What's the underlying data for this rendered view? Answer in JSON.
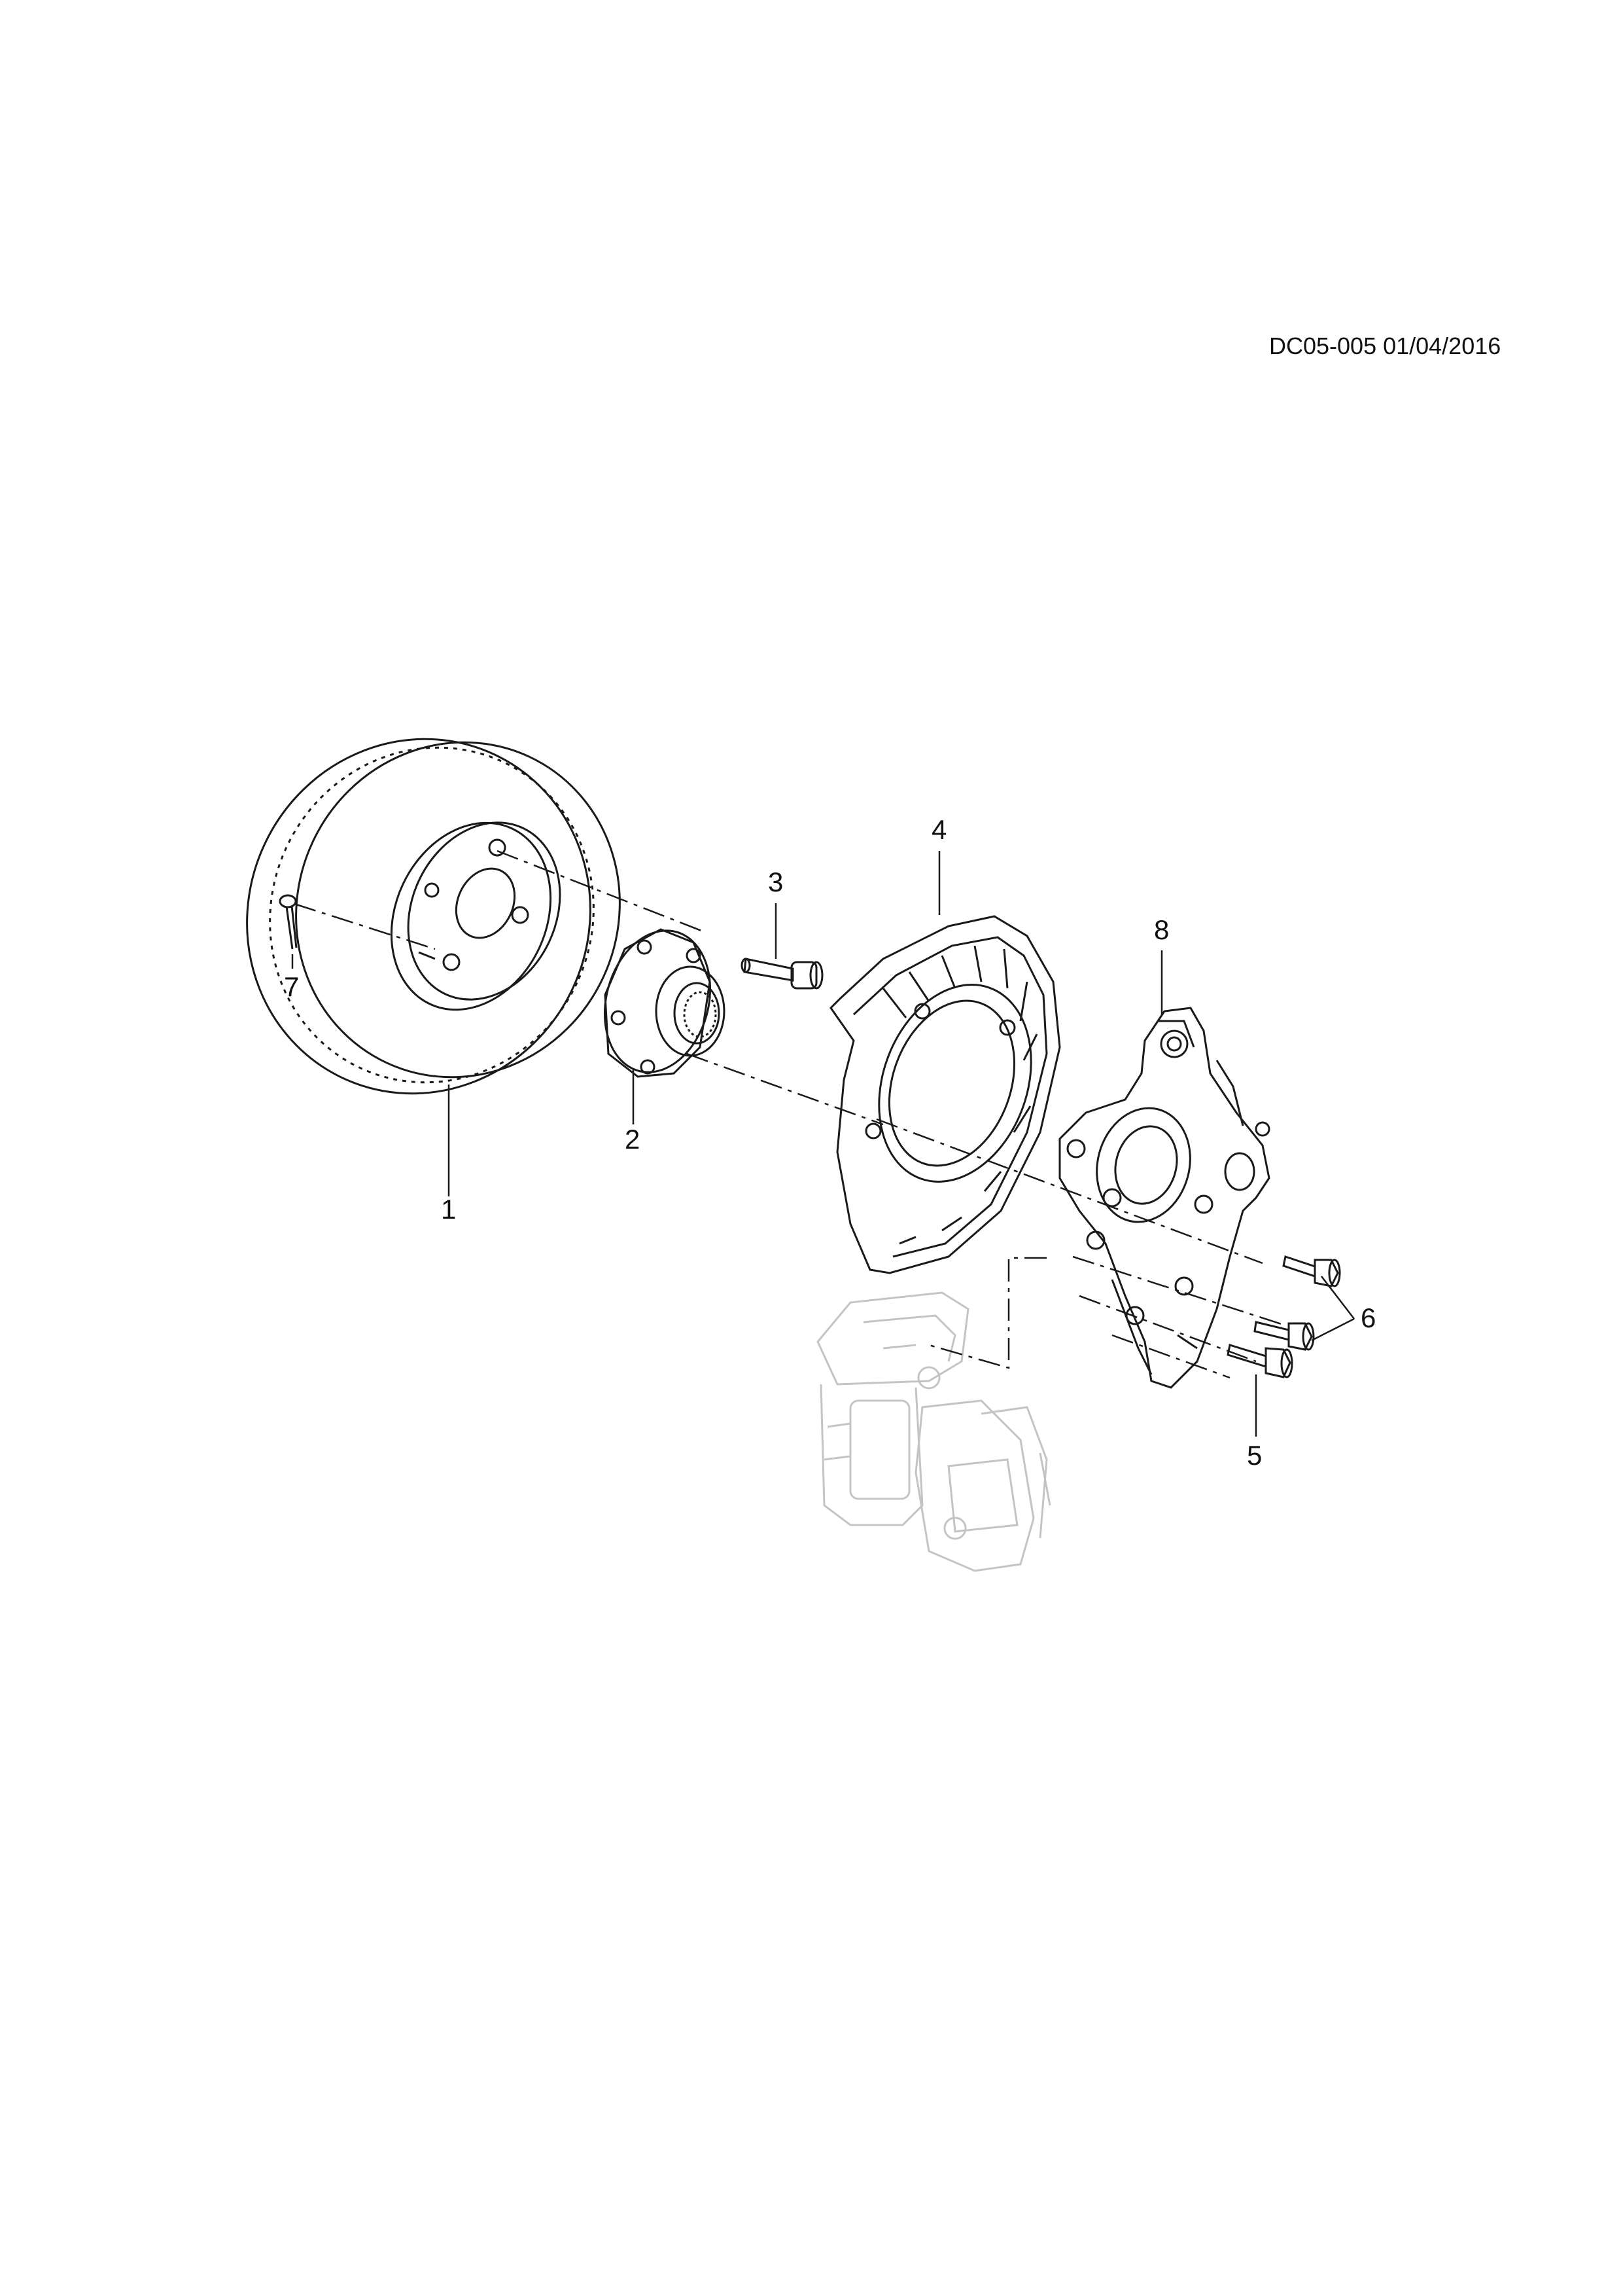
{
  "document": {
    "reference": "DC05-005 01/04/2016"
  },
  "callouts": [
    "1",
    "2",
    "3",
    "4",
    "5",
    "6",
    "7",
    "8"
  ],
  "colors": {
    "line": "#1a1a1a",
    "ghost": "#c4c4c4",
    "background": "#ffffff"
  }
}
